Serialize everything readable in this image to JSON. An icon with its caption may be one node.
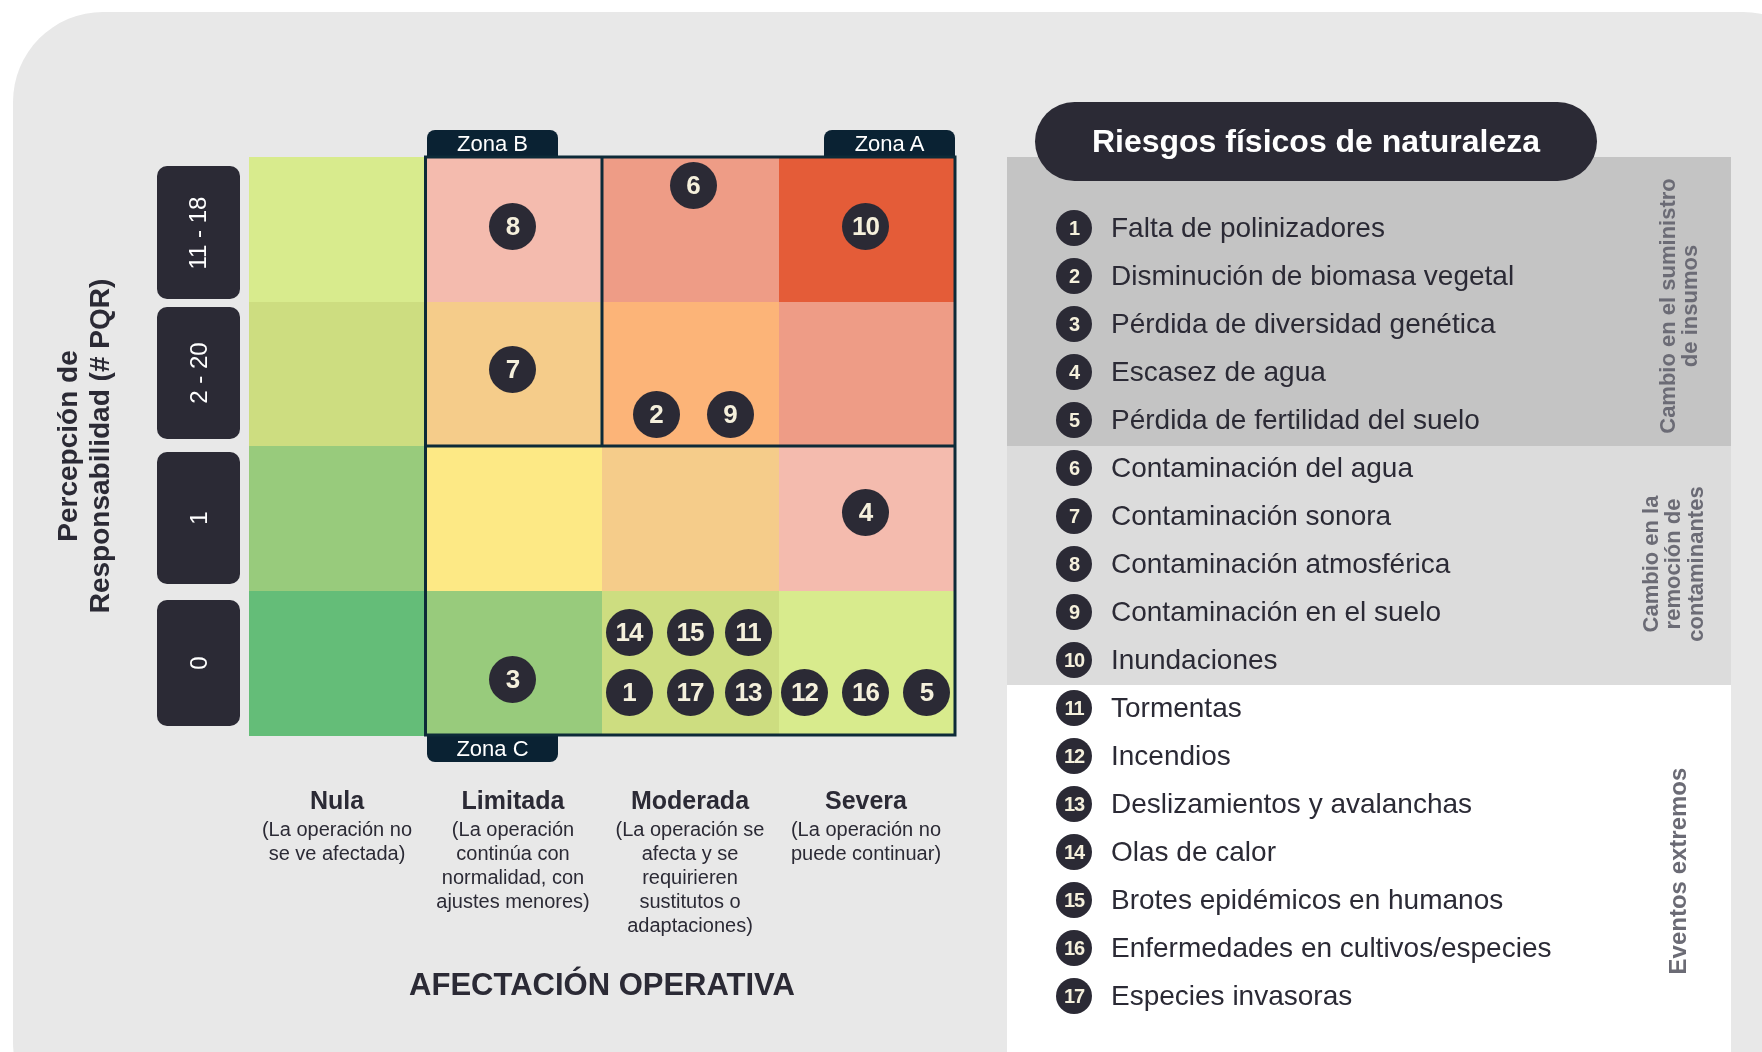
{
  "diagram": {
    "nodes": [
      {
        "text": [
          "Zona B"
        ]
      },
      {
        "text": [
          "Zona A"
        ]
      },
      {
        "text": [
          "11 - 18"
        ]
      },
      {
        "text": [
          "2 - 20"
        ]
      },
      {
        "text": [
          "1"
        ]
      },
      {
        "text": [
          "0"
        ]
      },
      {
        "text": [],
        "shape": "box"
      },
      {
        "text": [],
        "shape": "box"
      },
      {
        "text": [
          "8"
        ],
        "in": 7
      },
      {
        "text": [],
        "shape": "box"
      },
      {
        "text": [
          "6"
        ],
        "in": 9
      },
      {
        "text": [],
        "shape": "box"
      },
      {
        "text": [
          "10"
        ],
        "in": 11
      },
      {
        "text": [],
        "shape": "box"
      },
      {
        "text": [],
        "shape": "box"
      },
      {
        "text": [
          "7"
        ],
        "in": 14
      },
      {
        "text": [],
        "shape": "box"
      },
      {
        "text": [
          "2"
        ],
        "in": 16
      },
      {
        "text": [
          "9"
        ],
        "in": 16
      },
      {
        "text": [],
        "shape": "box"
      },
      {
        "text": [],
        "shape": "box"
      },
      {
        "text": [],
        "shape": "box"
      },
      {
        "text": [],
        "shape": "box"
      },
      {
        "text": [],
        "shape": "box"
      },
      {
        "text": [
          "4"
        ],
        "in": 23
      },
      {
        "text": [],
        "shape": "box"
      },
      {
        "text": [],
        "shape": "box"
      },
      {
        "text": [
          "3"
        ],
        "in": 26
      },
      {
        "text": [],
        "shape": "box"
      },
      {
        "text": [
          "14"
        ],
        "in": 28
      },
      {
        "text": [
          "15"
        ],
        "in": 28
      },
      {
        "text": [
          "11"
        ],
        "in": 28
      },
      {
        "text": [
          "1"
        ],
        "in": 28
      },
      {
        "text": [
          "17"
        ],
        "in": 28
      },
      {
        "text": [
          "13"
        ],
        "in": 28
      },
      {
        "text": [],
        "shape": "box"
      },
      {
        "text": [
          "12"
        ],
        "in": 35
      },
      {
        "text": [
          "16"
        ],
        "in": 35
      },
      {
        "text": [
          "5"
        ],
        "in": 35
      },
      {
        "text": [
          "Zona C"
        ]
      },
      {
        "text": [
          "Riesgos físicos de naturaleza"
        ]
      },
      {
        "text": [
          "Cambio en el suministro de insumos"
        ]
      },
      {
        "text": [
          "1"
        ],
        "in": 41,
        "beside": [
          "Falta de polinizadores"
        ]
      },
      {
        "text": [
          "2"
        ],
        "in": 41,
        "beside": [
          "Disminución de biomasa vegetal"
        ]
      },
      {
        "text": [
          "3"
        ],
        "in": 41,
        "beside": [
          "Pérdida de diversidad genética"
        ]
      },
      {
        "text": [
          "4"
        ],
        "in": 41,
        "beside": [
          "Escasez de agua"
        ]
      },
      {
        "text": [
          "5"
        ],
        "in": 41,
        "beside": [
          "Pérdida de fertilidad del suelo"
        ]
      },
      {
        "text": [
          "Cambio en la remoción de contaminantes"
        ]
      },
      {
        "text": [
          "6"
        ],
        "in": 47,
        "beside": [
          "Contaminación del agua"
        ]
      },
      {
        "text": [
          "7"
        ],
        "in": 47,
        "beside": [
          "Contaminación sonora"
        ]
      },
      {
        "text": [
          "8"
        ],
        "in": 47,
        "beside": [
          "Contaminación atmosférica"
        ]
      },
      {
        "text": [
          "9"
        ],
        "in": 47,
        "beside": [
          "Contaminación en el suelo"
        ]
      },
      {
        "text": [
          "10"
        ],
        "in": 47,
        "beside": [
          "Inundaciones"
        ]
      },
      {
        "text": [
          "Eventos extremos"
        ]
      },
      {
        "text": [
          "11"
        ],
        "in": 53,
        "beside": [
          "Tormentas"
        ]
      },
      {
        "text": [
          "12"
        ],
        "in": 53,
        "beside": [
          "Incendios"
        ]
      },
      {
        "text": [
          "13"
        ],
        "in": 53,
        "beside": [
          "Deslizamientos y avalanchas"
        ]
      },
      {
        "text": [
          "14"
        ],
        "in": 53,
        "beside": [
          "Olas de calor"
        ]
      },
      {
        "text": [
          "15"
        ],
        "in": 53,
        "beside": [
          "Brotes epidémicos en humanos"
        ]
      },
      {
        "text": [
          "16"
        ],
        "in": 53,
        "beside": [
          "Enfermedades en cultivos/especies"
        ]
      },
      {
        "text": [
          "17"
        ],
        "in": 53,
        "beside": [
          "Especies invasoras"
        ]
      }
    ],
    "labels": [
      "Percepción de Responsabilidad (# PQR)",
      "Nula",
      "(La operación no se ve afectada)",
      "Limitada",
      "(La operación continúa con normalidad, con ajustes menores)",
      "Moderada",
      "(La operación se afecta y se requirieren sustitutos o adaptaciones)",
      "Severa",
      "(La operación no puede continuar)",
      "AFECTACIÓN OPERATIVA"
    ]
  }
}
